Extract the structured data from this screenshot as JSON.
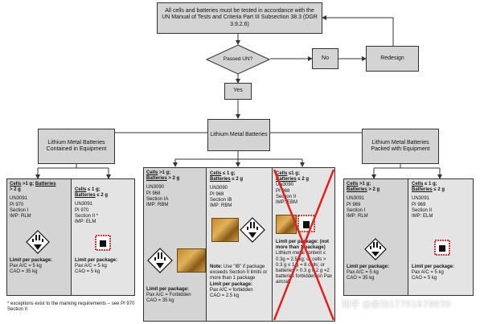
{
  "top_box": "All cells and batteries must be tested in accordance with the UN Manual of Tests and Criteria Part III Subsection 38.3 (DGR 3.9.2.6)",
  "decision": "Passed UN?",
  "no_box": "No",
  "redesign_box": "Redesign",
  "yes_box": "Yes",
  "center_box": "Lithium Metal Batteries",
  "left_box": "Lithium Metal Batteries Contained in Equipment",
  "right_box": "Lithium Metal Batteries Packed with Equipment",
  "left_panel": {
    "col1": {
      "l1a": "Cells",
      "l1b": " >1 g; ",
      "l1c": "Batteries",
      "l2": "> 2 g",
      "un": "UN3091",
      "pi": "PI 970",
      "section": "Section I",
      "imp": "IMP: RLM",
      "limit_title": "Limit per package:",
      "pax": "Pax A/C = 5 kg",
      "cao": "CAO = 35 kg"
    },
    "col2": {
      "l1a": "Cells",
      "l1b": " ≤ 1 g;",
      "l2a": "Batteries",
      "l2b": " ≤ 2 g",
      "un": "UN3091",
      "pi": "PI 970",
      "section": "Section II *",
      "imp": "IMP: ELM",
      "limit_title": "Limit per package:",
      "pax": "Pax A/C = 5 kg",
      "cao": "CAO = 5 kg"
    }
  },
  "center_panel": {
    "col1": {
      "l1a": "Cells",
      "l1b": " >1 g;",
      "l2a": "Batteries",
      "l2b": " > 2 g",
      "un": "UN3090",
      "pi": "PI 968",
      "section": "Section IA",
      "imp": "IMP: RBM",
      "limit_title": "Limit per package:",
      "pax": "Pax A/C = Forbidden",
      "cao": "CAO = 35 kg"
    },
    "col2": {
      "l1a": "Cells",
      "l1b": " ≤ 1 g;",
      "l2a": "Batteries",
      "l2b": " ≤ 2 g",
      "un": "UN3090",
      "pi": "PI 968",
      "section": "Section IB",
      "imp": "IMP: RBM",
      "note_label": "Note:",
      "note": " Use \"IB\" if package exceeds Section II limits or more than 1 package",
      "limit_title": "Limit per package:",
      "pax": "Pax A/C = forbidden",
      "cao": "CAO = 2.5 kg"
    },
    "col3": {
      "l1a": "Cells",
      "l1b": " ≤1 g;",
      "l2a": "Batteries",
      "l2b": " ≤ 2 g",
      "un": "UN3090",
      "pi": "PI 968",
      "section": "Section II",
      "imp": "IMP: EBM",
      "limit_title": "Limit per package: (not more than 1 package)",
      "body": "Lithium metal content ≤ 0.3g = 2.5 kg; or cells > 0.3 g ≤ 1 g = 8 cells; or batteries > 0.3 g ≤ 2 g =2 batteries forbidden on Pax aircraft"
    }
  },
  "right_panel": {
    "col1": {
      "l1a": "Cells",
      "l1b": " >1 g;",
      "l2a": "Batteries",
      "l2b": " > 2 g",
      "un": "UN3091",
      "pi": "PI 969",
      "section": "Section I",
      "imp": "IMP: RLM",
      "limit_title": "Limit per package:",
      "pax": "Pax A/C = 5 kg",
      "cao": "CAO = 35 kg"
    },
    "col2": {
      "l1a": "Cells",
      "l1b": " ≤ 1 g;",
      "l2a": "Batteries",
      "l2b": " ≤ 2 g",
      "un": "UN3091",
      "pi": "PI 969",
      "section": "Section II",
      "imp": "IMP: ELM",
      "limit_title": "Limit per package:",
      "pax": "Pax A/C = 5 kg",
      "cao": "CAO = 5 kg"
    }
  },
  "footnote": "* exceptions exist to the marking requirements – see PI 970 Section II",
  "watermark": "知乎 @余功17701679030",
  "colors": {
    "box_fill": "#d4d4d4",
    "panel_fill": "#e4e4e4",
    "cross": "#e0221c",
    "line": "#333333"
  }
}
